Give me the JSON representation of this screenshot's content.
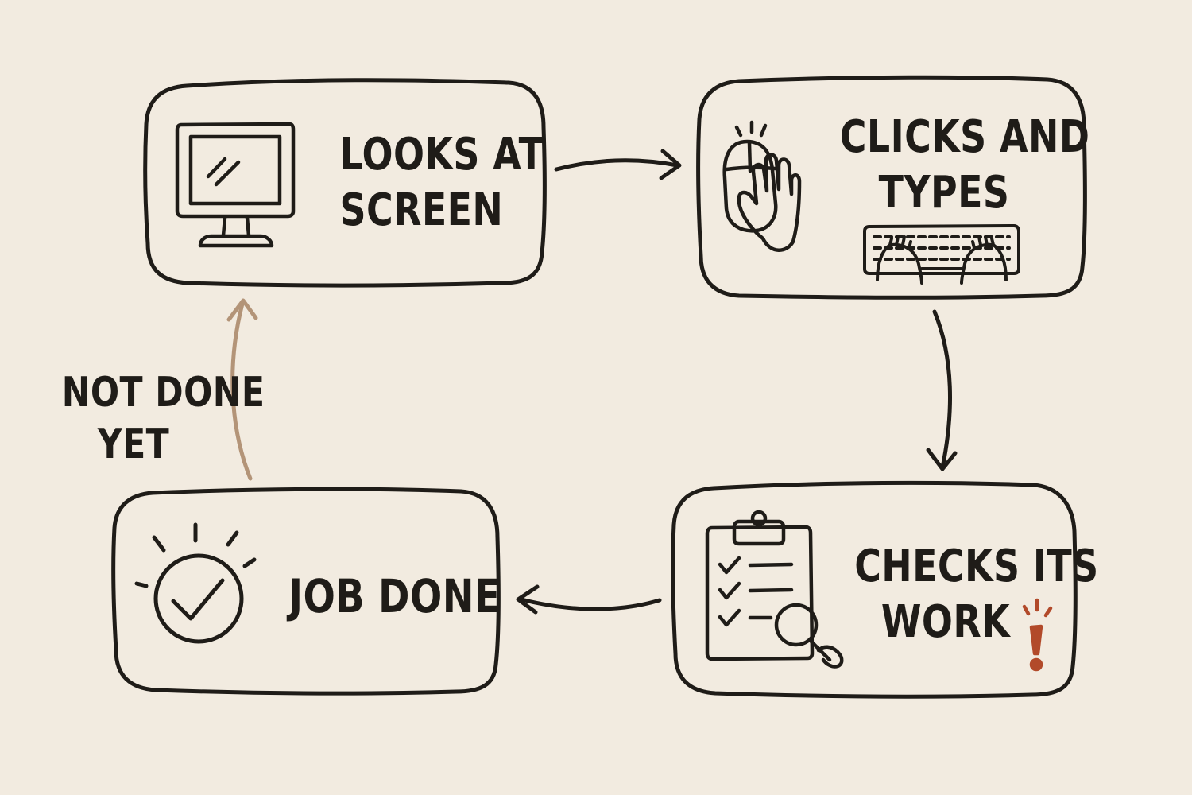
{
  "diagram": {
    "nodes": [
      {
        "id": "looks",
        "lines": [
          "LOOKS AT",
          "SCREEN"
        ],
        "icon": "monitor-icon"
      },
      {
        "id": "clicks",
        "lines": [
          "CLICKS AND",
          "TYPES"
        ],
        "icon": "mouse-hand-icon"
      },
      {
        "id": "checks",
        "lines": [
          "CHECKS ITS",
          "WORK"
        ],
        "icon": "clipboard-checklist-icon"
      },
      {
        "id": "done",
        "lines": [
          "JOB DONE"
        ],
        "icon": "checkmark-circle-icon"
      }
    ],
    "edges": [
      {
        "from": "looks",
        "to": "clicks"
      },
      {
        "from": "clicks",
        "to": "checks"
      },
      {
        "from": "checks",
        "to": "done"
      },
      {
        "from": "done",
        "to": "looks",
        "label_lines": [
          "NOT DONE",
          "YET"
        ]
      }
    ],
    "colors": {
      "background": "#f2ebe0",
      "ink": "#1f1c18",
      "loop_arrow": "#b39478",
      "alert": "#b24a2a"
    }
  }
}
